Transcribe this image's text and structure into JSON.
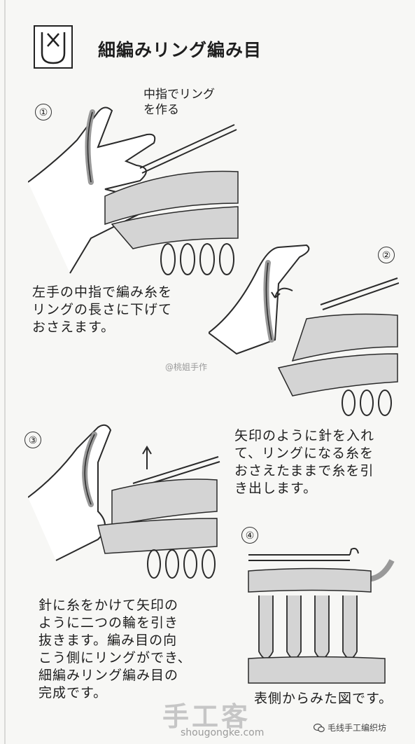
{
  "header": {
    "title": "細編みリング編み目",
    "logo_icon": "knit-symbol-icon"
  },
  "steps": [
    {
      "number": "①",
      "callout": [
        "中指でリング",
        "を作る"
      ],
      "text": [
        "左手の中指で編み糸を",
        "リングの長さに下げて",
        "おさえます。"
      ]
    },
    {
      "number": "②",
      "text": [
        "矢印のように針を入れ",
        "て、リングになる糸を",
        "おさえたままで糸を引",
        "き出します。"
      ]
    },
    {
      "number": "③",
      "text": [
        "針に糸をかけて矢印の",
        "ように二つの輪を引き",
        "抜きます。編み目の向",
        "こう側にリングができ、",
        "細編みリング編み目の",
        "完成です。"
      ]
    },
    {
      "number": "④",
      "caption": "表側からみた図です。"
    }
  ],
  "watermarks": {
    "weibo": "@桃姐手作",
    "logo": "手工客",
    "url": "shougongke.com",
    "wechat": "毛线手工编织坊"
  },
  "colors": {
    "yarn_fill": "#c8c8c8",
    "line": "#2a2a2a",
    "background": "#f7f7f5"
  }
}
